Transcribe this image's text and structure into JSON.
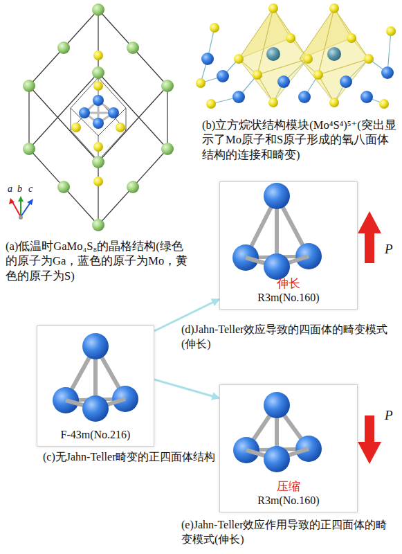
{
  "diagram": {
    "nodes": [
      {
        "text": [
          "伸长",
          "R3m(No.160)"
        ]
      },
      {
        "text": [
          "F-43m(No.216)"
        ]
      },
      {
        "text": [
          "压缩",
          "R3m(No.160)"
        ]
      }
    ],
    "edges": [
      {
        "from": 1,
        "to": 0,
        "arrow": "to"
      },
      {
        "from": 1,
        "to": 2,
        "arrow": "to"
      }
    ],
    "labels": [
      "(b)立方烷状结构模块(Mo⁴S⁴)⁵⁺(突出显示了Mo原子和S原子形成的氧八面体结构的连接和畸变)",
      "a",
      "b",
      "c",
      "(a)低温时GaMo₄S₈的晶格结构(绿色的原子为Ga，蓝色的原子为Mo，黄色的原子为S)",
      "P",
      "(d)Jahn-Teller效应导致的四面体的畸变模式(伸长)",
      "(c)无Jahn-Teller畸变的正四面体结构",
      "P",
      "(e)Jahn-Teller效应作用导致的正四面体的畸变模式(伸长)"
    ]
  }
}
